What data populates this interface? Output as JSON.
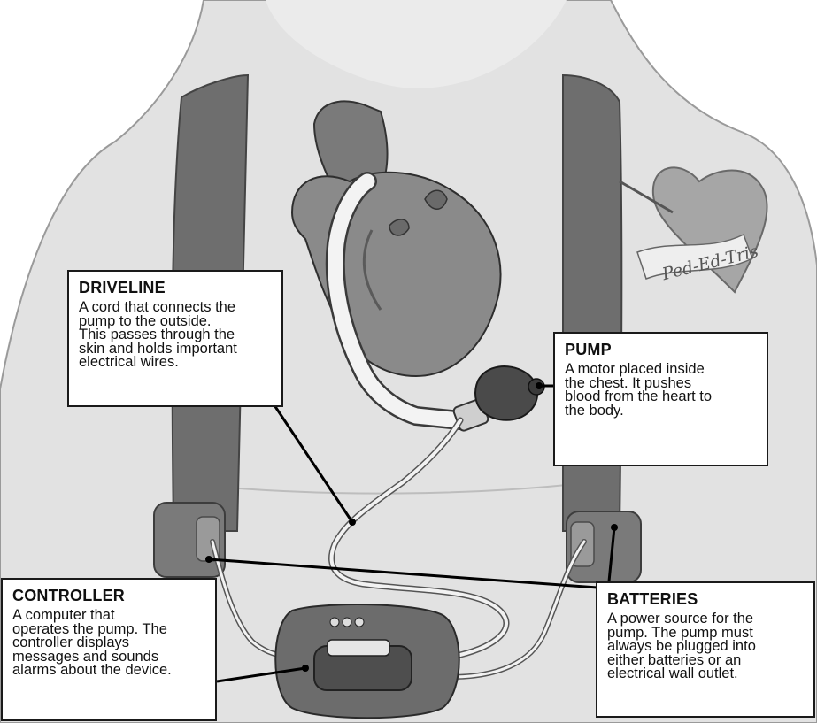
{
  "callouts": {
    "driveline": {
      "title": "DRIVELINE",
      "lines": [
        "A cord that connects the",
        "pump to the outside.",
        "This passes through the",
        "skin and holds important",
        "electrical wires."
      ]
    },
    "pump": {
      "title": "PUMP",
      "lines": [
        "A motor placed inside",
        "the chest.  It pushes",
        "blood from the heart to",
        "the body."
      ]
    },
    "controller": {
      "title": "CONTROLLER",
      "lines": [
        "A computer that",
        "operates the pump. The",
        "controller displays",
        "messages and sounds",
        "alarms about the device."
      ]
    },
    "batteries": {
      "title": "BATTERIES",
      "lines": [
        "A power source for the",
        "pump.  The pump must",
        "always be plugged into",
        "either batteries or an",
        "electrical wall outlet."
      ]
    }
  },
  "tattoo": {
    "text": "Ped-Ed-Tris"
  },
  "colors": {
    "skin": "#e4e4e4",
    "strap": "#6b6b6b",
    "heart": "#8e8e8e",
    "cable": "#f2f2f2",
    "leader": "#000000",
    "box_border": "#1a1a1a"
  }
}
